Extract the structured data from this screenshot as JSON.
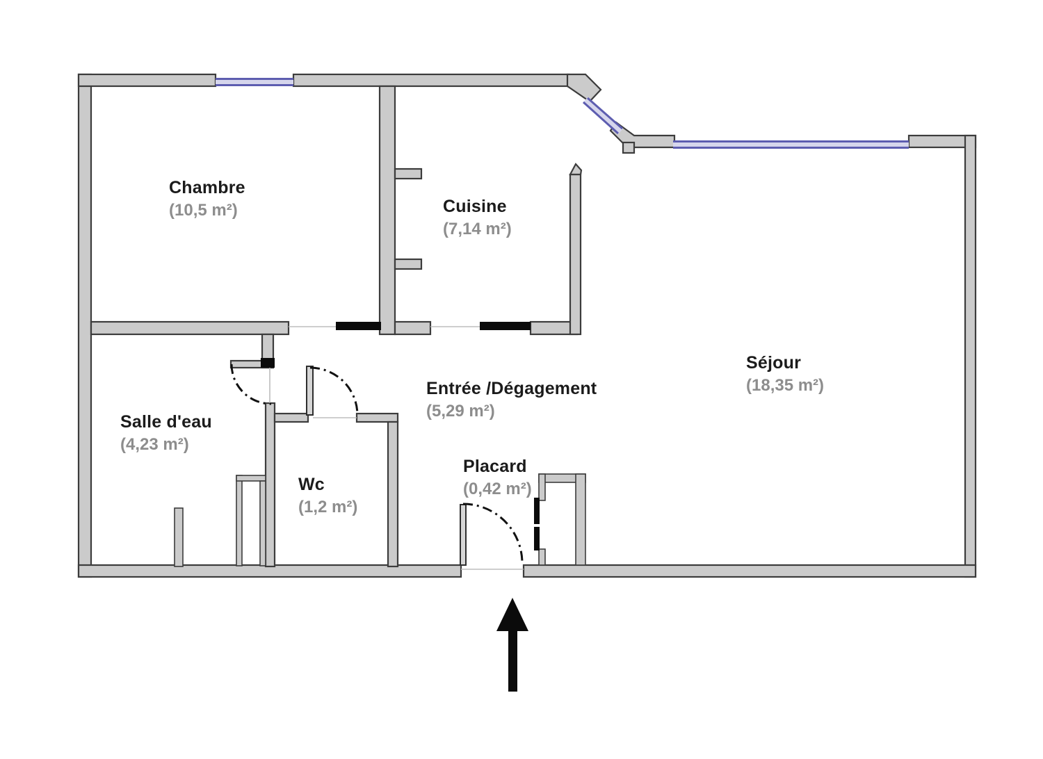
{
  "diagram_type": "apartment-floor-plan",
  "rooms": [
    {
      "name": "Chambre",
      "area": "(10,5 m²)"
    },
    {
      "name": "Cuisine",
      "area": "(7,14 m²)"
    },
    {
      "name": "Séjour",
      "area": "(18,35 m²)"
    },
    {
      "name": "Salle d'eau",
      "area": "(4,23 m²)"
    },
    {
      "name": "Wc",
      "area": "(1,2 m²)"
    },
    {
      "name": "Entrée /Dégagement",
      "area": "(5,29 m²)"
    },
    {
      "name": "Placard",
      "area": "(0,42 m²)"
    }
  ],
  "colors": {
    "background": "#ffffff",
    "wall_fill": "#cbcbcb",
    "wall_stroke": "#3c3c3c",
    "window_line": "#5d5db0",
    "window_fill": "#d6d6ec",
    "door_panel_black": "#0b0b0b",
    "door_arc": "#121212",
    "room_name_color": "#1b1b1b",
    "room_area_color": "#8d8d8d",
    "entrance_arrow": "#0b0b0b"
  }
}
